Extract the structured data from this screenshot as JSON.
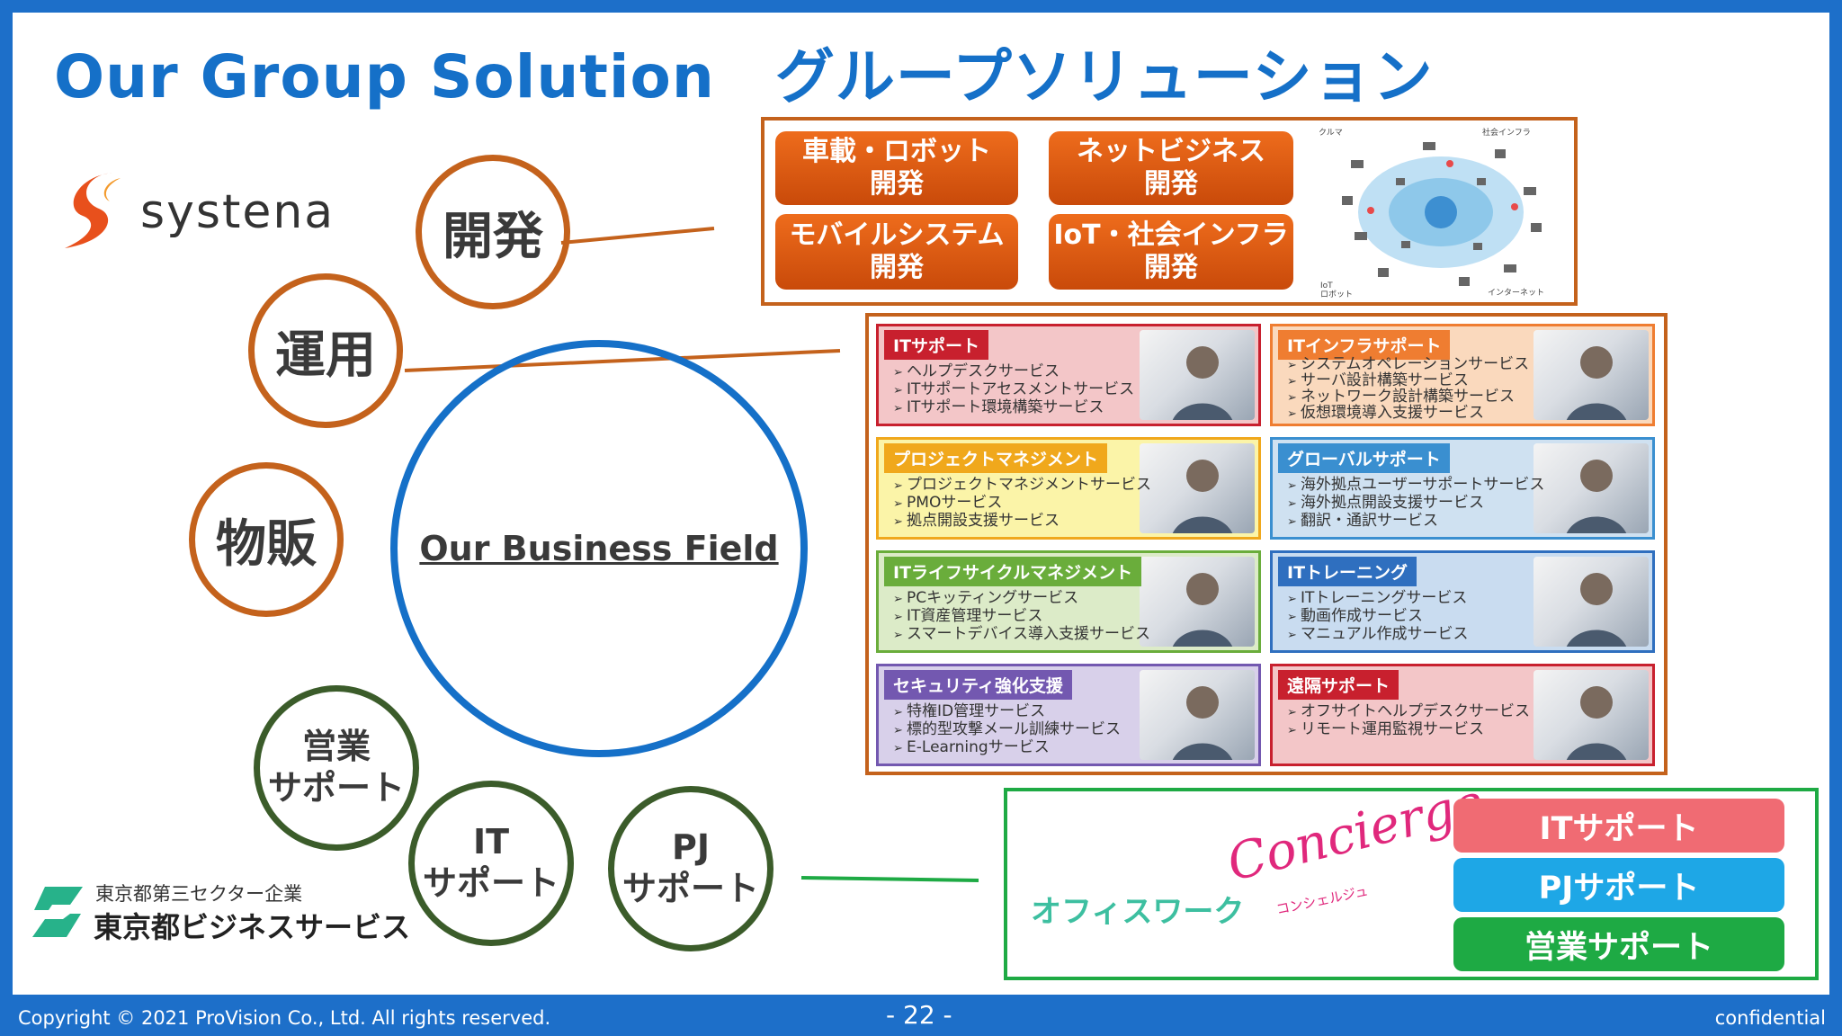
{
  "title": "Our Group Solution　グループソリューション",
  "logo_systena": "systena",
  "circles": {
    "kaihatsu": "開発",
    "unyo": "運用",
    "buppan": "物販",
    "eigyo": "営業\nサポート",
    "it": "IT\nサポート",
    "pj": "PJ\nサポート",
    "center": "Our Business Field"
  },
  "dev_buttons": [
    "車載・ロボット\n開発",
    "ネットビジネス\n開発",
    "モバイルシステム\n開発",
    "IoT・社会インフラ\n開発"
  ],
  "dev_diagram": {
    "labels": [
      "クルマ",
      "社会インフラ",
      "IoT\nロボット",
      "インターネット"
    ]
  },
  "services": [
    {
      "title": "ITサポート",
      "items": [
        "ヘルプデスクサービス",
        "ITサポートアセスメントサービス",
        "ITサポート環境構築サービス"
      ],
      "bg": "#f3c6c8",
      "accent": "#c8202e"
    },
    {
      "title": "ITインフラサポート",
      "items": [
        "システムオペレーションサービス",
        "サーバ設計構築サービス",
        "ネットワーク設計構築サービス",
        "仮想環境導入支援サービス"
      ],
      "bg": "#fad9bd",
      "accent": "#ef7d31"
    },
    {
      "title": "プロジェクトマネジメント",
      "items": [
        "プロジェクトマネジメントサービス",
        "PMOサービス",
        "拠点開設支援サービス"
      ],
      "bg": "#fbf4a8",
      "accent": "#f0a81c"
    },
    {
      "title": "グローバルサポート",
      "items": [
        "海外拠点ユーザーサポートサービス",
        "海外拠点開設支援サービス",
        "翻訳・通訳サービス"
      ],
      "bg": "#cfe1f1",
      "accent": "#3a8fd0"
    },
    {
      "title": "ITライフサイクルマネジメント",
      "items": [
        "PCキッティングサービス",
        "IT資産管理サービス",
        "スマートデバイス導入支援サービス"
      ],
      "bg": "#dcebc8",
      "accent": "#6aad3b"
    },
    {
      "title": "ITトレーニング",
      "items": [
        "ITトレーニングサービス",
        "動画作成サービス",
        "マニュアル作成サービス"
      ],
      "bg": "#c9dcf0",
      "accent": "#2f6fbf"
    },
    {
      "title": "セキュリティ強化支援",
      "items": [
        "特権ID管理サービス",
        "標的型攻撃メール訓練サービス",
        "E-Learningサービス"
      ],
      "bg": "#d8d0ea",
      "accent": "#7358b0"
    },
    {
      "title": "遠隔サポート",
      "items": [
        "オフサイトヘルプデスクサービス",
        "リモート運用監視サービス"
      ],
      "bg": "#f3c6c8",
      "accent": "#c8202e"
    }
  ],
  "concierge": {
    "office": "オフィスワーク",
    "script": "Concierge",
    "kana": "コンシェルジュ",
    "buttons": [
      "ITサポート",
      "PJサポート",
      "営業サポート"
    ]
  },
  "tmbs": {
    "subtitle": "東京都第三セクター企業",
    "name": "東京都ビジネスサービス"
  },
  "footer": {
    "copyright": "Copyright © 2021 ProVision Co., Ltd. All rights reserved.",
    "page": "- 22 -",
    "confidential": "confidential"
  },
  "colors": {
    "title_blue": "#1570c8",
    "orange": "#c4621c",
    "green": "#3b5c2a",
    "pill_red": "#f06b73",
    "pill_blue": "#1ea7e6",
    "pill_green": "#1eaa44"
  }
}
